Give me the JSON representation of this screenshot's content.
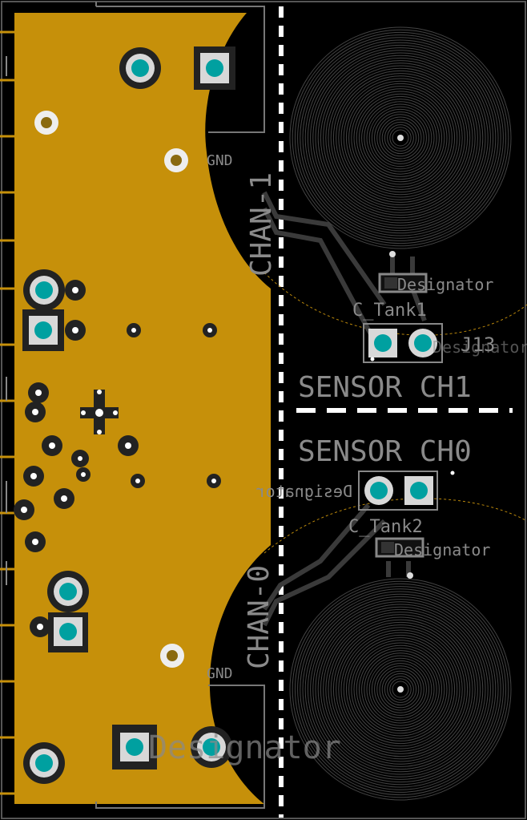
{
  "colors": {
    "background": "#000000",
    "copper_pour": "#c6900a",
    "silkscreen": "#8a8a8a",
    "pad_square": "#d8d8d8",
    "drill_teal": "#00a0a0",
    "trace": "#3a3a3a",
    "courtyard_dashed": "#b8860b",
    "via_ring": "#888888",
    "divider": "#ffffff"
  },
  "labels": {
    "sensor_ch1": "SENSOR CH1",
    "sensor_ch0": "SENSOR CH0",
    "chan1": "CHAN-1",
    "chan0": "CHAN-0",
    "c_tank1": "C_Tank1",
    "c_tank2": "C_Tank2",
    "designator_top": "Designator",
    "designator_bottom": "Designator",
    "designator_j13": "J13",
    "designator_mirrored": "Designator",
    "designator_large": "Designator",
    "gnd_top": "GND",
    "gnd_bottom": "GND"
  },
  "icons": {
    "coil_top": "spiral-coil-icon",
    "coil_bottom": "spiral-coil-icon"
  }
}
